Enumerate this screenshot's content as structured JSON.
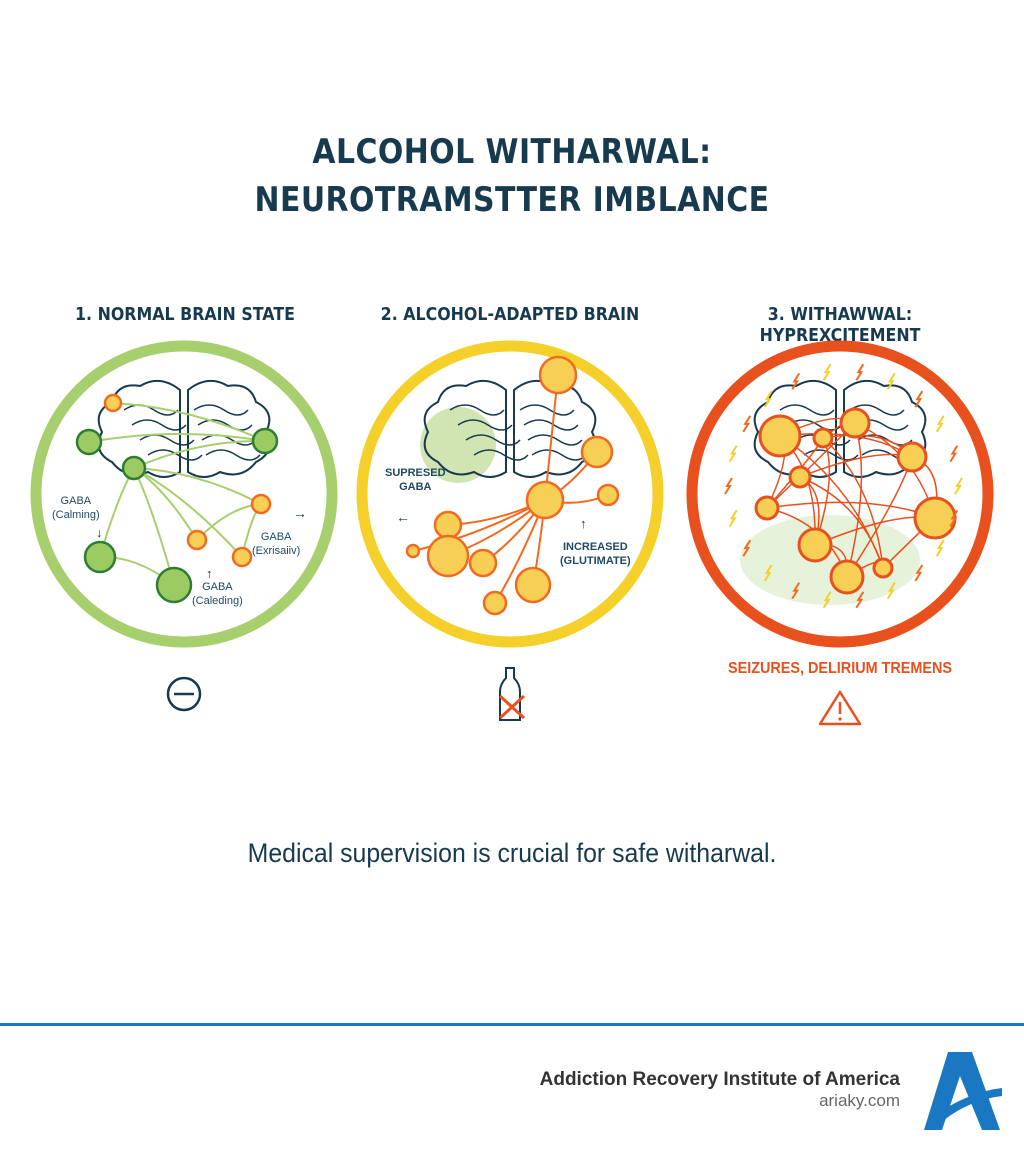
{
  "title": {
    "line1": "ALCOHOL WITHARWAL:",
    "line2": "NEUROTRAMSTTER IMBLANCE"
  },
  "panels": [
    {
      "heading": "1. NORMAL BRAIN STATE",
      "labels": {
        "gaba_calming": "GABA\n(Calming)",
        "gaba_excit": "GABA\n(Exrisaiiv)",
        "gaba_caleding": "GABA\n(Caleding)"
      },
      "icon": "minus-circle-icon",
      "color": "#a8cf6e"
    },
    {
      "heading": "2. ALCOHOL-ADAPTED BRAIN",
      "labels": {
        "suppressed": "SUPRESED\nGABA",
        "increased": "INCREASED\n(GLUTIMATE)"
      },
      "icon": "no-alcohol-bottle-icon",
      "color": "#f5cf2a"
    },
    {
      "heading": "3. WITHAWWAL: HYPREXCITEMENT",
      "warning": "SEIZURES, DELIRIUM TREMENS",
      "icon": "warning-icon",
      "color": "#e8501e"
    }
  ],
  "note": "Medical supervision is crucial for safe witharwal.",
  "footer": {
    "org": "Addiction Recovery Institute of America",
    "site": "ariaky.com",
    "logo_letter": "A",
    "accent": "#1a78c2"
  }
}
